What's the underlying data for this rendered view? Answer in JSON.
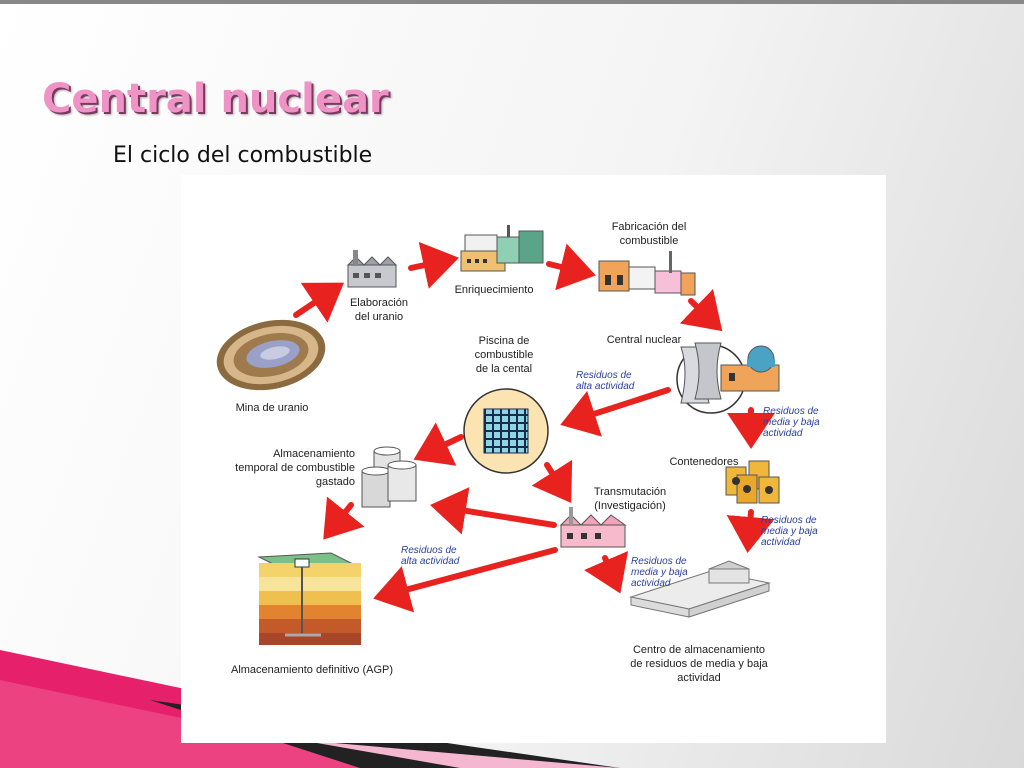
{
  "slide": {
    "title": "Central nuclear",
    "subtitle": "El ciclo del combustible"
  },
  "colors": {
    "title": "#ef93c6",
    "arrow": "#e8221e",
    "blue_text": "#2a3f9c",
    "pink_band": "#e6206a"
  },
  "diagram": {
    "nodes": {
      "mina": "Mina de uranio",
      "elaboracion_1": "Elaboración",
      "elaboracion_2": "del uranio",
      "enriquecimiento": "Enriquecimiento",
      "fabricacion_1": "Fabricación del",
      "fabricacion_2": "combustible",
      "central": "Central nuclear",
      "piscina_1": "Piscina de",
      "piscina_2": "combustible",
      "piscina_3": "de la cental",
      "almac_temp_1": "Almacenamiento",
      "almac_temp_2": "temporal de combustible",
      "almac_temp_3": "gastado",
      "contenedores": "Contenedores",
      "transmutacion_1": "Transmutación",
      "transmutacion_2": "(Investigación)",
      "agp": "Almacenamiento definitivo (AGP)",
      "centro_1": "Centro de almacenamiento",
      "centro_2": "de residuos de media y baja",
      "centro_3": "actividad"
    },
    "residuos": {
      "alta_a1": "Residuos de",
      "alta_a2": "alta actividad",
      "media_a1": "Residuos de",
      "media_a2": "media y baja",
      "media_a3": "actividad",
      "media_b1": "Residuos de",
      "media_b2": "media y baja",
      "media_b3": "actividad",
      "alta_b1": "Residuos de",
      "alta_b2": "alta actividad",
      "media_c1": "Residuos de",
      "media_c2": "media y baja",
      "media_c3": "actividad"
    }
  }
}
